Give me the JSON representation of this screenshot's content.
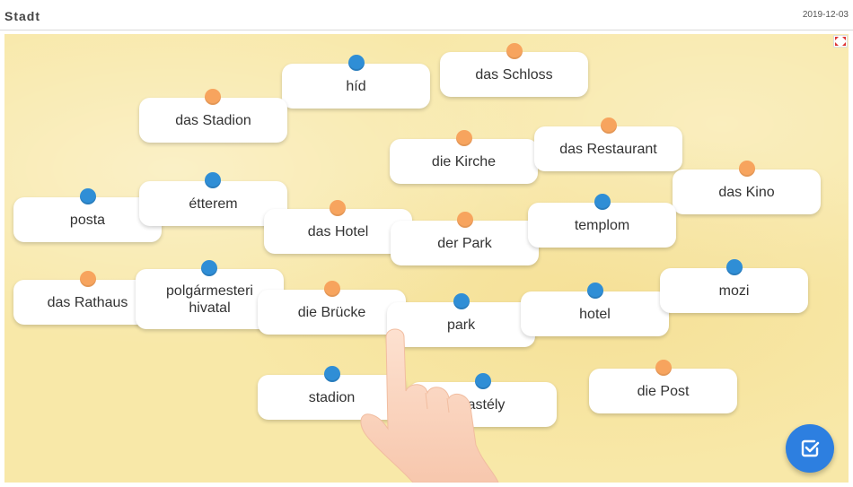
{
  "header": {
    "title": "Stadt",
    "date": "2019-12-03"
  },
  "colors": {
    "blue_dot": "#2f8ed6",
    "orange_dot": "#f7a45e",
    "board": "#f8e8a8",
    "check_button": "#2d7fe0"
  },
  "cards": [
    {
      "id": "hid",
      "text": "híd",
      "dot": "blue"
    },
    {
      "id": "das-schloss",
      "text": "das Schloss",
      "dot": "orange"
    },
    {
      "id": "das-stadion",
      "text": "das Stadion",
      "dot": "orange"
    },
    {
      "id": "die-kirche",
      "text": "die Kirche",
      "dot": "orange"
    },
    {
      "id": "das-restaurant",
      "text": "das Restaurant",
      "dot": "orange"
    },
    {
      "id": "das-kino",
      "text": "das Kino",
      "dot": "orange"
    },
    {
      "id": "posta",
      "text": "posta",
      "dot": "blue"
    },
    {
      "id": "etterem",
      "text": "étterem",
      "dot": "blue"
    },
    {
      "id": "das-hotel",
      "text": "das Hotel",
      "dot": "orange"
    },
    {
      "id": "der-park",
      "text": "der Park",
      "dot": "orange"
    },
    {
      "id": "templom",
      "text": "templom",
      "dot": "blue"
    },
    {
      "id": "das-rathaus",
      "text": "das Rathaus",
      "dot": "orange"
    },
    {
      "id": "polgarmesteri-hivatal",
      "text": "polgármesteri hivatal",
      "dot": "blue"
    },
    {
      "id": "die-brucke",
      "text": "die Brücke",
      "dot": "orange"
    },
    {
      "id": "park",
      "text": "park",
      "dot": "blue"
    },
    {
      "id": "hotel",
      "text": "hotel",
      "dot": "blue"
    },
    {
      "id": "mozi",
      "text": "mozi",
      "dot": "blue"
    },
    {
      "id": "stadion",
      "text": "stadion",
      "dot": "blue"
    },
    {
      "id": "kastely",
      "text": "kastély",
      "dot": "blue"
    },
    {
      "id": "die-post",
      "text": "die Post",
      "dot": "orange"
    }
  ],
  "icons": {
    "check_button": "check-square-icon",
    "fullscreen": "fullscreen-icon",
    "hand": "pointing-hand-icon"
  }
}
